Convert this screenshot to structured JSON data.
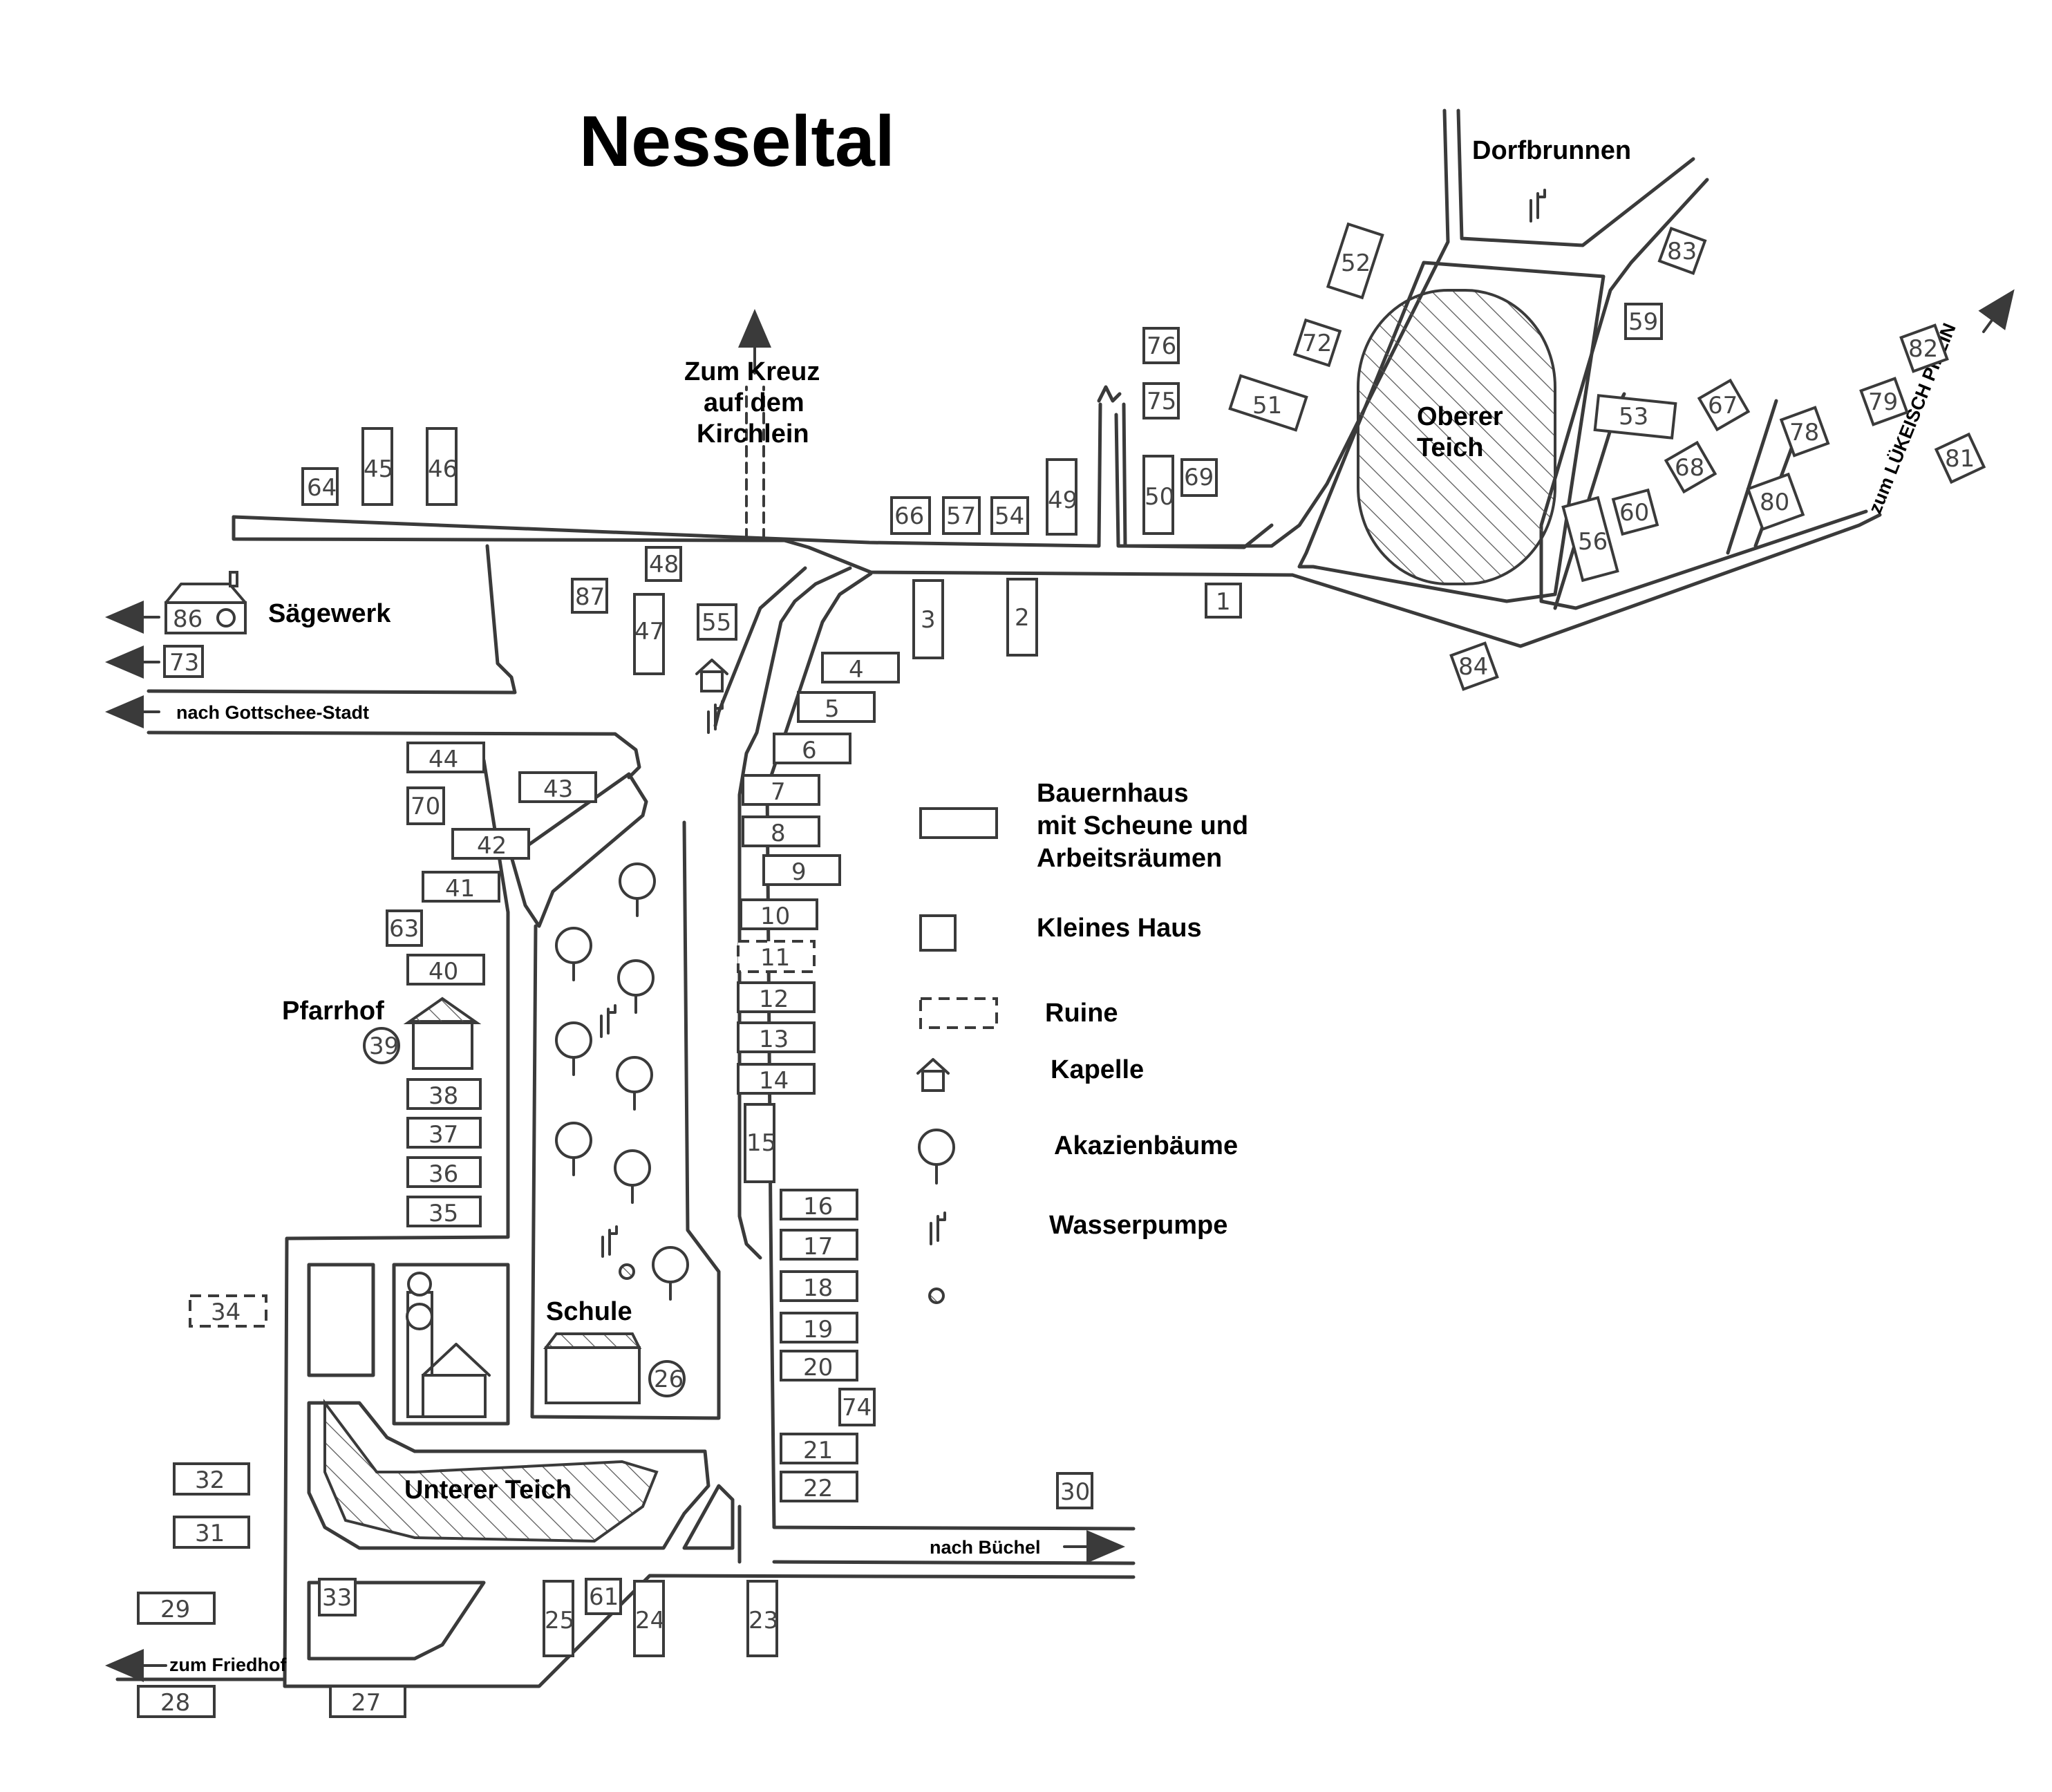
{
  "map": {
    "title": "Nesseltal",
    "colors": {
      "ink": "#3a3a3a",
      "background": "#ffffff",
      "text": "#000000"
    },
    "place_labels": {
      "dorfbrunnen": "Dorfbrunnen",
      "oberer_teich_1": "Oberer",
      "oberer_teich_2": "Teich",
      "saegewerk": "Sägewerk",
      "zum_kreuz_1": "Zum Kreuz",
      "zum_kreuz_2": "auf dem",
      "zum_kreuz_3": "Kirchlein",
      "pfarrhof": "Pfarrhof",
      "schule": "Schule",
      "unterer_teich": "Unterer Teich"
    },
    "direction_labels": {
      "gottschee": "nach Gottschee-Stadt",
      "buechel": "nach Büchel",
      "friedhof": "zum Friedhof",
      "pilein": "zum LÜKEISCH PILEIN"
    },
    "house_numbers": {
      "h1": "1",
      "h2": "2",
      "h3": "3",
      "h4": "4",
      "h5": "5",
      "h6": "6",
      "h7": "7",
      "h8": "8",
      "h9": "9",
      "h10": "10",
      "h11": "11",
      "h12": "12",
      "h13": "13",
      "h14": "14",
      "h15": "15",
      "h16": "16",
      "h17": "17",
      "h18": "18",
      "h19": "19",
      "h20": "20",
      "h21": "21",
      "h22": "22",
      "h23": "23",
      "h24": "24",
      "h25": "25",
      "h26": "26",
      "h27": "27",
      "h28": "28",
      "h29": "29",
      "h30": "30",
      "h31": "31",
      "h32": "32",
      "h33": "33",
      "h34": "34",
      "h35": "35",
      "h36": "36",
      "h37": "37",
      "h38": "38",
      "h39": "39",
      "h40": "40",
      "h41": "41",
      "h42": "42",
      "h43": "43",
      "h44": "44",
      "h45": "45",
      "h46": "46",
      "h47": "47",
      "h48": "48",
      "h49": "49",
      "h50": "50",
      "h51": "51",
      "h52": "52",
      "h53": "53",
      "h54": "54",
      "h55": "55",
      "h56": "56",
      "h57": "57",
      "h59": "59",
      "h60": "60",
      "h61": "61",
      "h63": "63",
      "h64": "64",
      "h66": "66",
      "h67": "67",
      "h68": "68",
      "h69": "69",
      "h70": "70",
      "h72": "72",
      "h73": "73",
      "h74": "74",
      "h75": "75",
      "h76": "76",
      "h78": "78",
      "h79": "79",
      "h80": "80",
      "h81": "81",
      "h82": "82",
      "h83": "83",
      "h84": "84",
      "h86": "86",
      "h87": "87"
    },
    "legend": {
      "bauernhaus_1": "Bauernhaus",
      "bauernhaus_2": "mit Scheune und",
      "bauernhaus_3": "Arbeitsräumen",
      "kleines_haus": "Kleines Haus",
      "ruine": "Ruine",
      "kapelle": "Kapelle",
      "akazien": "Akazienbäume",
      "wasserpumpe": "Wasserpumpe"
    }
  }
}
